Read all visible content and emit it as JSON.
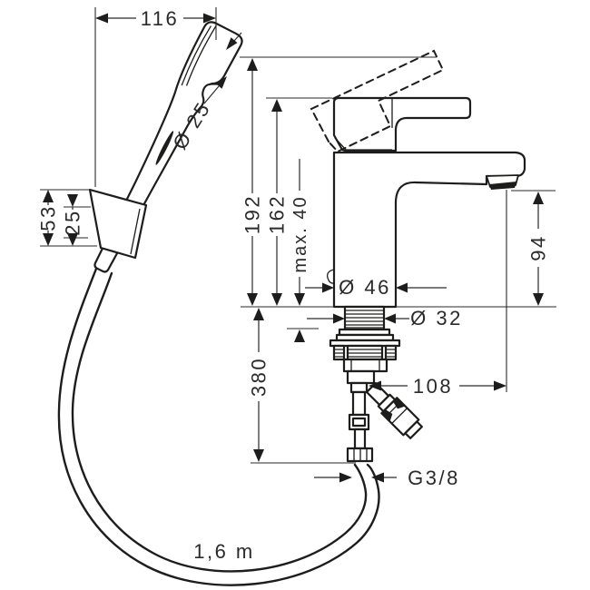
{
  "diagram": {
    "background_color": "#ffffff",
    "line_color": "#1d1d1b",
    "labels": {
      "width_116": "116",
      "sprayer_diameter": "Ø 25",
      "holder_height_53": "53",
      "holder_inner_25": "25",
      "total_height_192": "192",
      "handle_height_162": "162",
      "deck_thickness_max": "max. 40",
      "spout_height_94": "94",
      "base_diameter_46": "Ø 46",
      "shank_diameter_32": "Ø 32",
      "under_deck_380": "380",
      "spout_reach_108": "108",
      "thread_size": "G3/8",
      "hose_length": "1,6 m"
    }
  }
}
